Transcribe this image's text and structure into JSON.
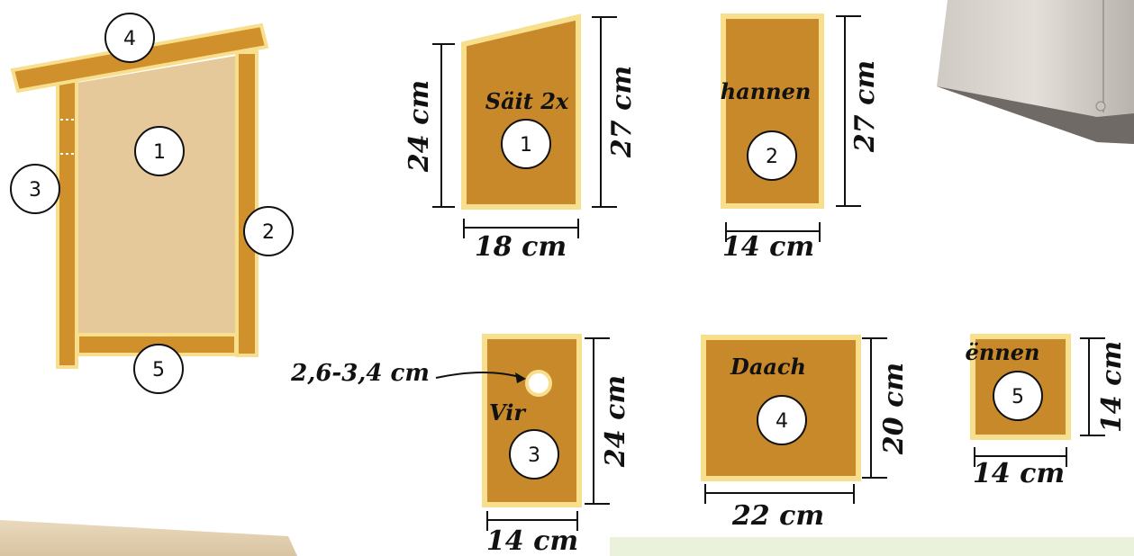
{
  "assembly": {
    "labels": [
      "1",
      "2",
      "3",
      "4",
      "5"
    ]
  },
  "parts": [
    {
      "id": "1",
      "name": "Säit 2x",
      "width": "18 cm",
      "height_left": "24 cm",
      "height_right": "27 cm"
    },
    {
      "id": "2",
      "name": "hannen",
      "width": "14 cm",
      "height": "27 cm"
    },
    {
      "id": "3",
      "name": "Vir",
      "width": "14 cm",
      "height": "24 cm",
      "hole": "2,6-3,4 cm"
    },
    {
      "id": "4",
      "name": "Daach",
      "width": "22 cm",
      "height": "20 cm"
    },
    {
      "id": "5",
      "name": "ënnen",
      "width": "14 cm",
      "height": "14 cm"
    }
  ],
  "colors": {
    "wood": "#c8892a",
    "wood_edge": "#f7df8e",
    "panel": "#e6c99a",
    "info_box": "#eaf2db"
  }
}
